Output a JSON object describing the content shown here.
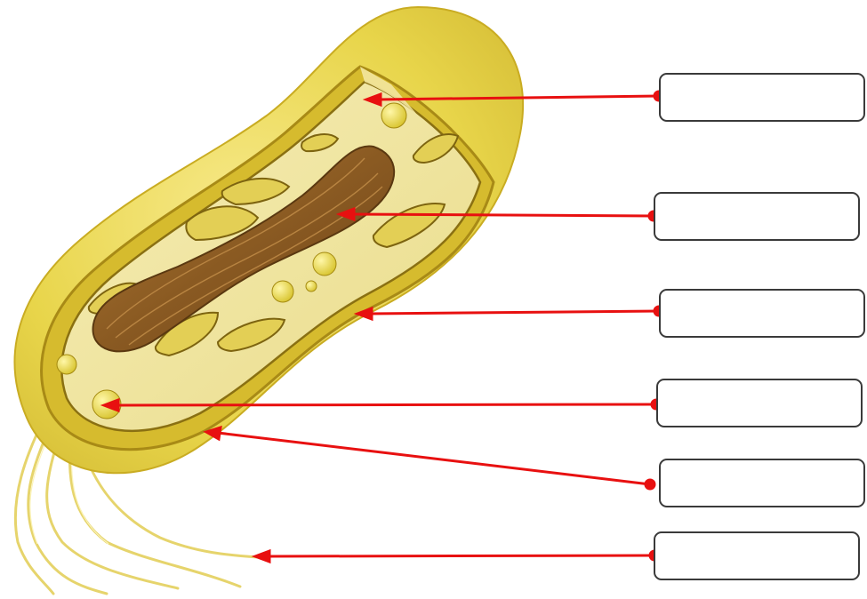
{
  "diagram": {
    "colors": {
      "arrow": "#e81010",
      "cell_outer": "#e8d54a",
      "cell_wall": "#c9a81e",
      "cytoplasm": "#f2e6a0",
      "nucleoid": "#8a5a22",
      "flagella": "#efe08a",
      "box_border": "#3a3a3a"
    },
    "labels": [
      {
        "id": "label-1",
        "text": ""
      },
      {
        "id": "label-2",
        "text": ""
      },
      {
        "id": "label-3",
        "text": ""
      },
      {
        "id": "label-4",
        "text": ""
      },
      {
        "id": "label-5",
        "text": ""
      },
      {
        "id": "label-6",
        "text": ""
      }
    ]
  }
}
